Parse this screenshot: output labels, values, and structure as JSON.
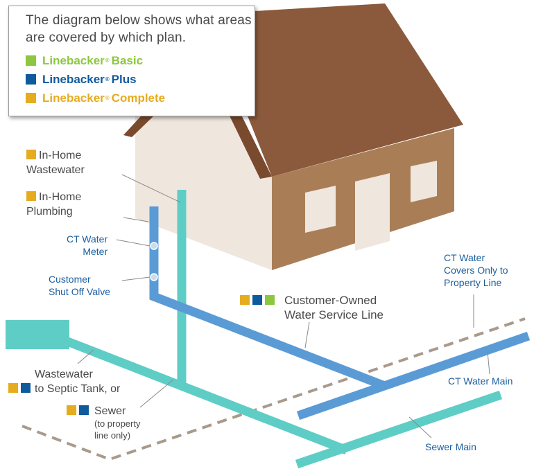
{
  "legend": {
    "title": "The diagram below shows what areas are covered by which plan.",
    "items": [
      {
        "brand": "Linebacker",
        "reg": "®",
        "plan": "Basic",
        "color": "#8dc63f"
      },
      {
        "brand": "Linebacker",
        "reg": "®",
        "plan": "Plus",
        "color": "#0f5a9c"
      },
      {
        "brand": "Linebacker",
        "reg": "®",
        "plan": "Complete",
        "color": "#e6ac1f"
      }
    ]
  },
  "labels": {
    "in_home_wastewater": "In-Home\nWastewater",
    "in_home_plumbing": "In-Home\nPlumbing",
    "ct_water_meter": "CT Water\nMeter",
    "customer_shut_off_valve": "Customer\nShut Off Valve",
    "customer_owned_water_service_line": "Customer-Owned\nWater Service Line",
    "ct_water_covers_only": "CT Water\nCovers Only to\nProperty Line",
    "wastewater_to_septic": "Wastewater\nto Septic Tank, or",
    "sewer": "Sewer",
    "sewer_note": "(to property\nline only)",
    "ct_water_main": "CT Water Main",
    "sewer_main": "Sewer Main"
  },
  "colors": {
    "basic": "#8dc63f",
    "plus": "#0f5a9c",
    "complete": "#e6ac1f",
    "water_pipe": "#5b9bd5",
    "sewer_pipe": "#5ecdc6",
    "roof": "#8b5a3c",
    "wall_front": "#efe6de",
    "wall_side": "#a97e57"
  }
}
